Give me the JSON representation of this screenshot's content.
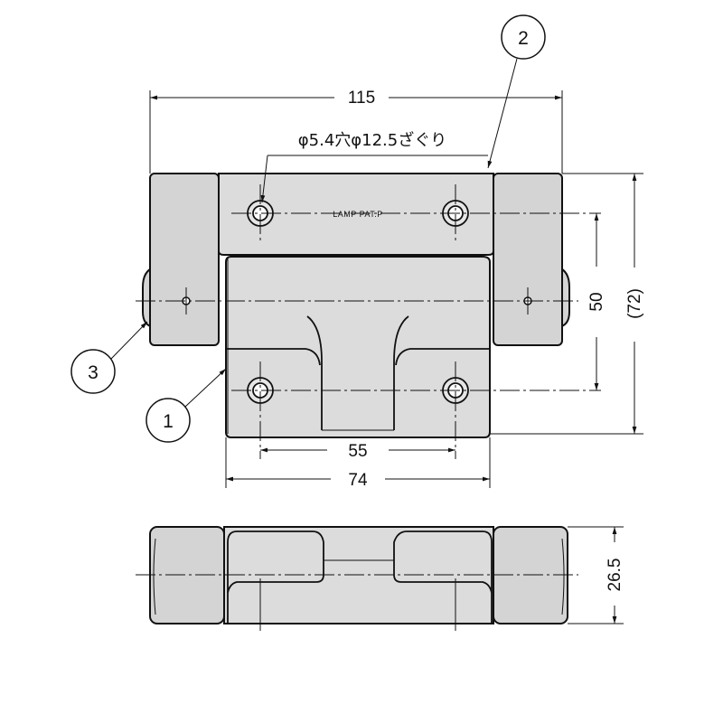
{
  "dimensions": {
    "overall_width": "115",
    "height": "50",
    "height_ref": "(72)",
    "hole_pitch": "55",
    "body_width": "74",
    "thickness": "26.5"
  },
  "notes": {
    "hole_spec": "φ5.4穴φ12.5ざぐり",
    "marking": "LAMP PAT.P"
  },
  "balloons": {
    "one": "1",
    "two": "2",
    "three": "3"
  }
}
